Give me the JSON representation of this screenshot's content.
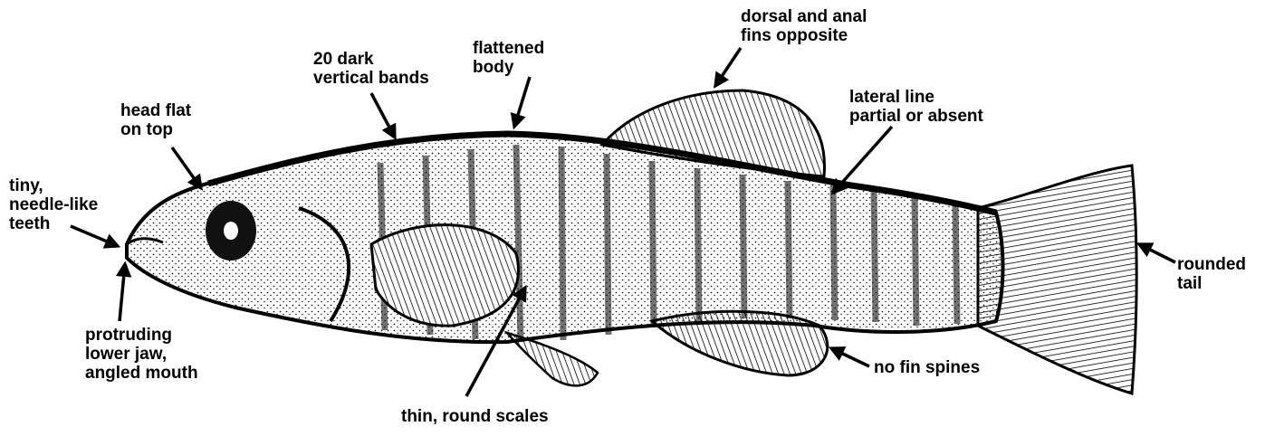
{
  "labels": {
    "teeth": [
      "tiny,",
      "needle-like",
      "teeth"
    ],
    "head": [
      "head flat",
      "on top"
    ],
    "bands": [
      "20 dark",
      "vertical bands"
    ],
    "body": [
      "flattened",
      "body"
    ],
    "fins_opposite": [
      "dorsal and anal",
      "fins opposite"
    ],
    "lateral_line": [
      "lateral line",
      "partial or absent"
    ],
    "tail": [
      "rounded",
      "tail"
    ],
    "spines": [
      "no fin spines"
    ],
    "scales": [
      "thin, round scales"
    ],
    "jaw": [
      "protruding",
      "lower jaw,",
      "angled mouth"
    ]
  },
  "colors": {
    "ink": "#000000",
    "paper": "#ffffff"
  }
}
